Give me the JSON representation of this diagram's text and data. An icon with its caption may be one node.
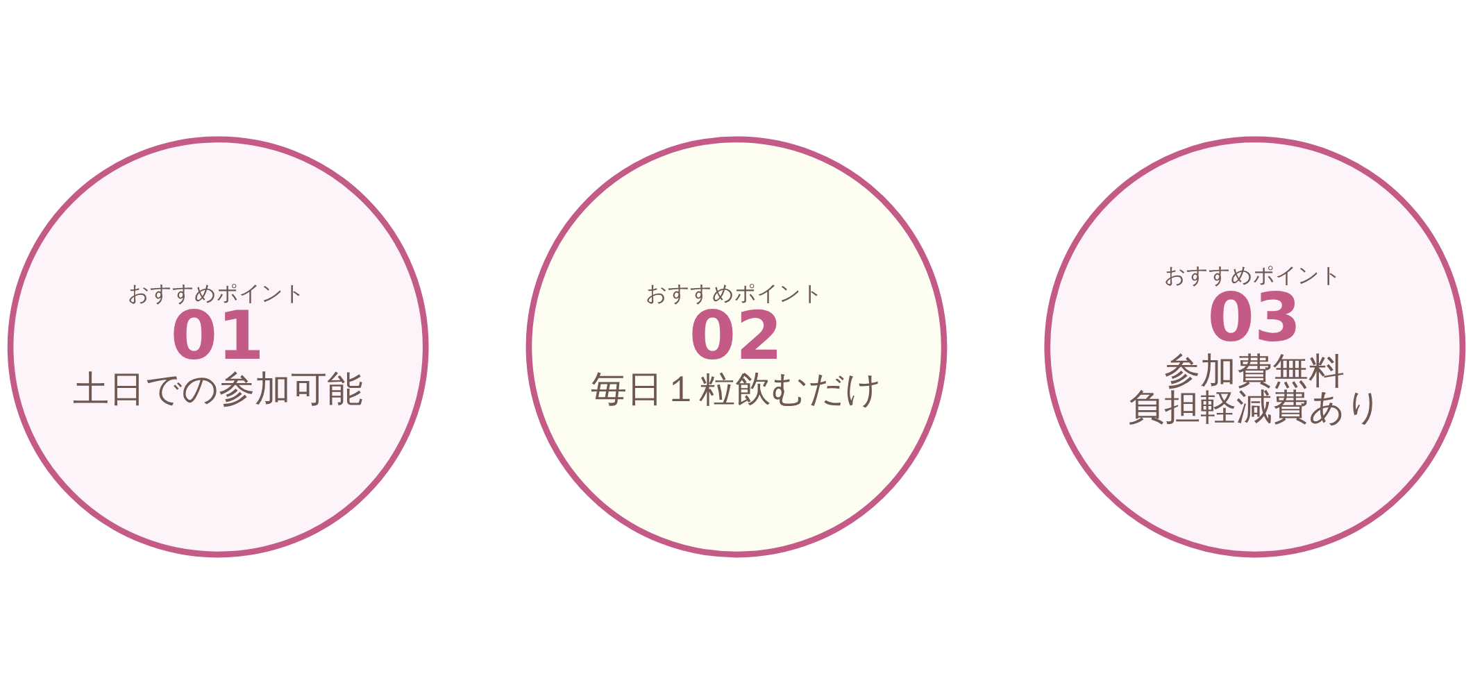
{
  "diagram": {
    "nodes": [
      {
        "text": [
          "おすすめポイント",
          "01",
          "土日での参加可能"
        ]
      },
      {
        "text": [
          "おすすめポイント",
          "02",
          "毎日１粒飲むだけ"
        ]
      },
      {
        "text": [
          "おすすめポイント",
          "03",
          "参加費無料",
          "負担軽減費あり"
        ]
      }
    ]
  }
}
